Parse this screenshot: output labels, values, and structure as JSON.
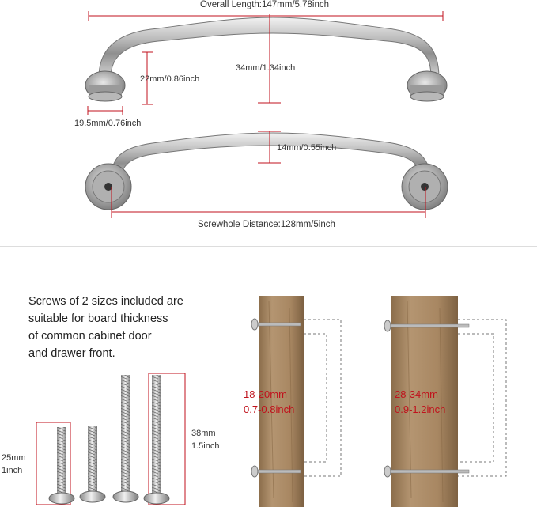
{
  "dimensions": {
    "overall_length": "Overall Length:147mm/5.78inch",
    "height": "34mm/1.34inch",
    "base_height": "22mm/0.86inch",
    "base_diameter": "19.5mm/0.76inch",
    "bar_width": "14mm/0.55inch",
    "screwhole": "Screwhole Distance:128mm/5inch"
  },
  "screws": {
    "description": [
      "Screws of 2 sizes included are",
      "suitable for board thickness",
      "of common cabinet door",
      "and drawer front."
    ],
    "short": {
      "mm": "25mm",
      "inch": "1inch"
    },
    "long": {
      "mm": "38mm",
      "inch": "1.5inch"
    }
  },
  "boards": [
    {
      "range_mm": "18-20mm",
      "range_inch": "0.7-0.8inch"
    },
    {
      "range_mm": "28-34mm",
      "range_inch": "0.9-1.2inch"
    }
  ],
  "colors": {
    "accent_red": "#c0121c",
    "wood": "#a98a65",
    "metal": "#c4c4c4"
  }
}
